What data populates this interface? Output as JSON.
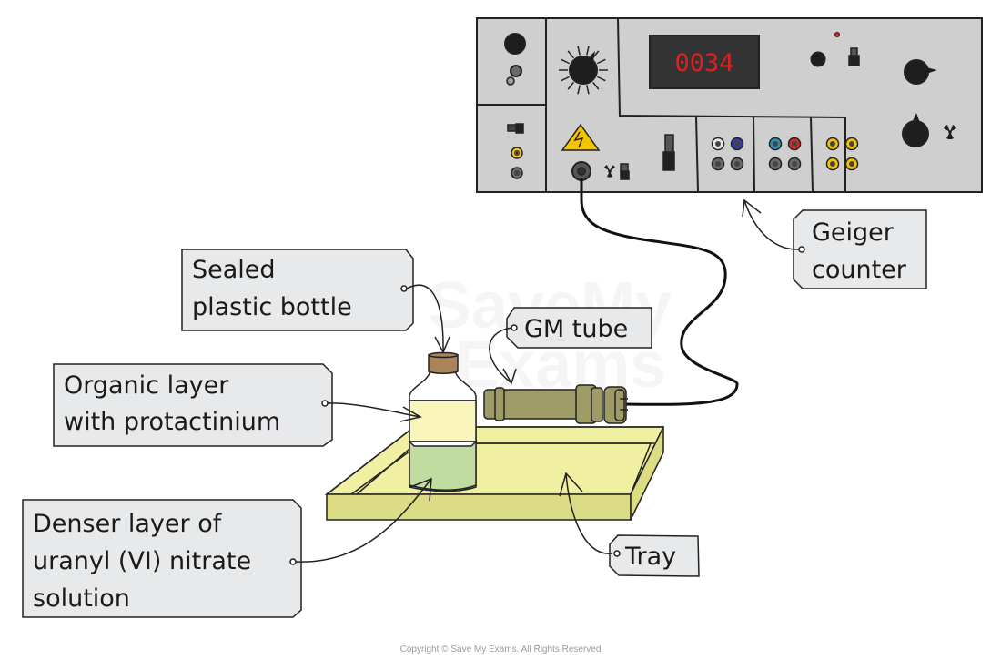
{
  "diagram": {
    "title": "Protactinium half-life experiment setup",
    "counter_display": "0034",
    "labels": {
      "sealed_bottle": [
        "Sealed",
        "plastic bottle"
      ],
      "organic_layer": [
        "Organic layer",
        "with protactinium"
      ],
      "denser_layer": [
        "Denser layer of",
        "uranyl (VI) nitrate",
        "solution"
      ],
      "gm_tube": [
        "GM tube"
      ],
      "geiger_counter": [
        "Geiger",
        "counter"
      ],
      "tray": [
        "Tray"
      ]
    },
    "watermark": [
      "SaveMy",
      "Exams"
    ],
    "copyright": "Copyright © Save My Exams. All Rights Reserved"
  },
  "colors": {
    "panel": "#cfcfcf",
    "display_bg": "#333333",
    "display_text": "#e02020",
    "label_bg": "#e8e9ea",
    "tray_top": "#f1efa2",
    "tray_side": "#dcdc84",
    "organic_layer": "#faf6bb",
    "aqueous_layer": "#c1dca0",
    "cork": "#a8845a",
    "gm_tube": "#9e9b66",
    "warning": "#f5c400",
    "socket_yellow": "#f3c300",
    "socket_blue": "#3a3aa8",
    "socket_cyan": "#2d8fb5",
    "socket_red": "#d62a2a"
  }
}
